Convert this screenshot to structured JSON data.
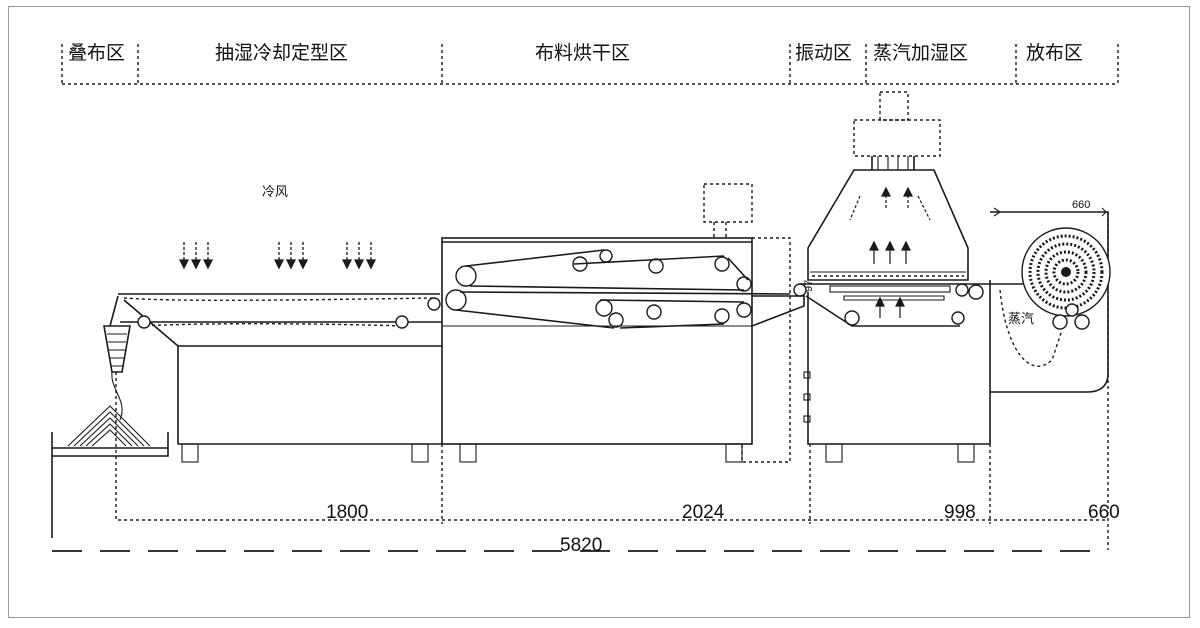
{
  "zones": {
    "fold": "叠布区",
    "cooling": "抽湿冷却定型区",
    "drying": "布料烘干区",
    "vibration": "振动区",
    "steam_humidify": "蒸汽加湿区",
    "unwind": "放布区"
  },
  "labels": {
    "cold_air": "冷风",
    "steam": "蒸汽",
    "roll_width": "660"
  },
  "dimensions": {
    "seg1": "1800",
    "seg2": "2024",
    "seg3": "998",
    "seg4": "660",
    "total": "5820"
  }
}
